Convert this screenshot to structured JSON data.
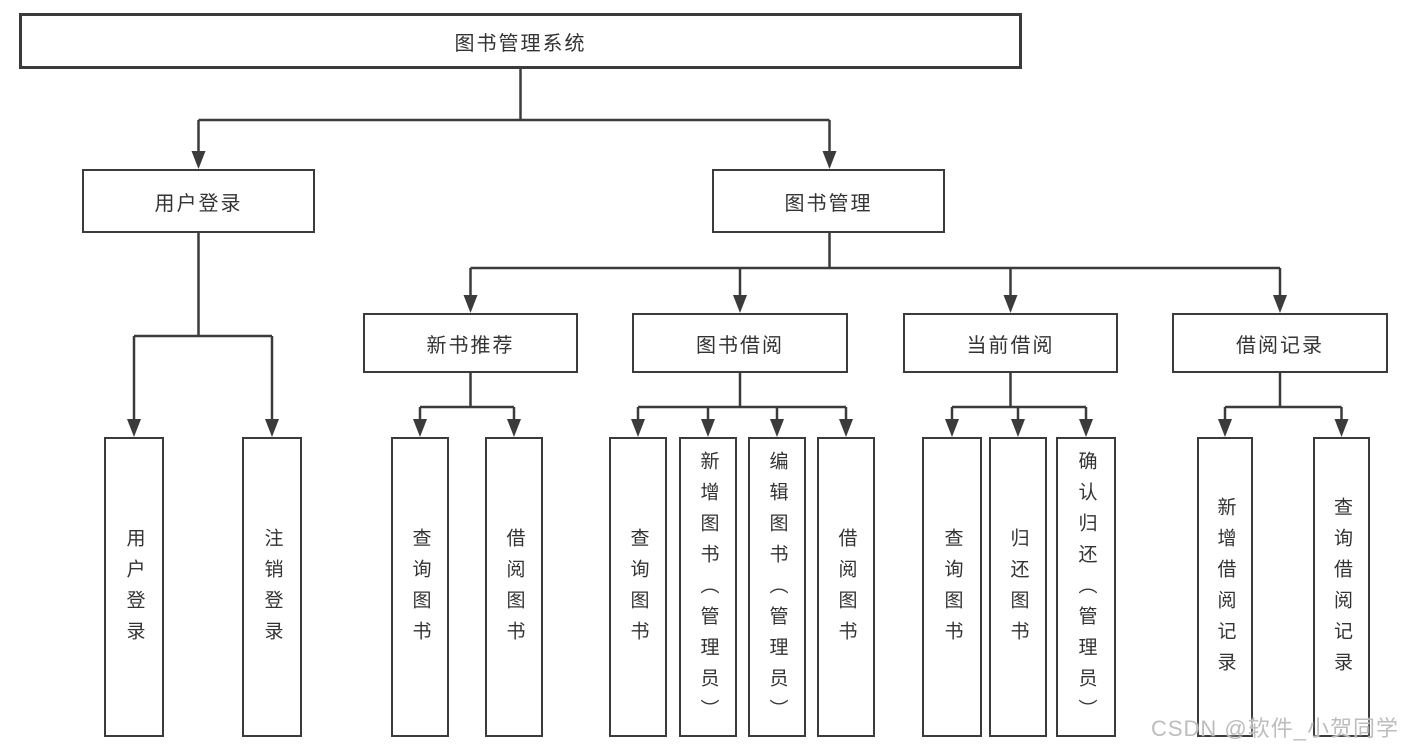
{
  "diagram": {
    "root_label": "图书管理系统",
    "user_branch": {
      "label": "用户登录",
      "children": [
        "用户登录",
        "注销登录"
      ]
    },
    "book_branch": {
      "label": "图书管理",
      "sections": [
        {
          "label": "新书推荐",
          "children": [
            "查询图书",
            "借阅图书"
          ]
        },
        {
          "label": "图书借阅",
          "children": [
            "查询图书",
            "新增图书（管理员）",
            "编辑图书（管理员）",
            "借阅图书"
          ]
        },
        {
          "label": "当前借阅",
          "children": [
            "查询图书",
            "归还图书",
            "确认归还（管理员）"
          ]
        },
        {
          "label": "借阅记录",
          "children": [
            "新增借阅记录",
            "查询借阅记录"
          ]
        }
      ]
    },
    "watermark": "CSDN @软件_小贺同学",
    "colors": {
      "line": "#3b3b3b",
      "text": "#333333",
      "watermark": "#bdbdbd",
      "background": "#ffffff"
    }
  }
}
